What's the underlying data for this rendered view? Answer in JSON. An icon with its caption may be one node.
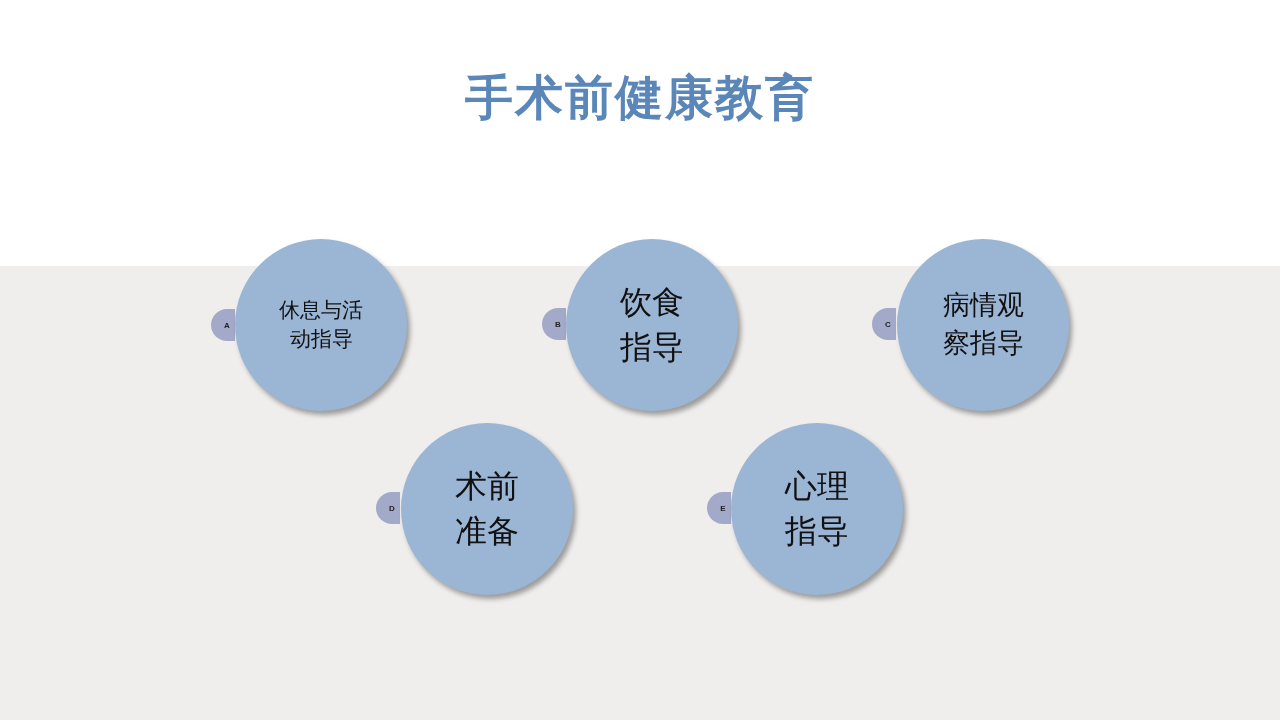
{
  "diagram": {
    "title": "手术前健康教育",
    "nodes": [
      {
        "text": [
          "A"
        ]
      },
      {
        "text": [
          "休息与活动指导"
        ]
      },
      {
        "text": [
          "B"
        ]
      },
      {
        "text": [
          "饮食指导"
        ]
      },
      {
        "text": [
          "C"
        ]
      },
      {
        "text": [
          "病情观察指导"
        ]
      },
      {
        "text": [
          "D"
        ]
      },
      {
        "text": [
          "术前准备"
        ]
      },
      {
        "text": [
          "E"
        ]
      },
      {
        "text": [
          "心理指导"
        ]
      }
    ],
    "edges": []
  }
}
